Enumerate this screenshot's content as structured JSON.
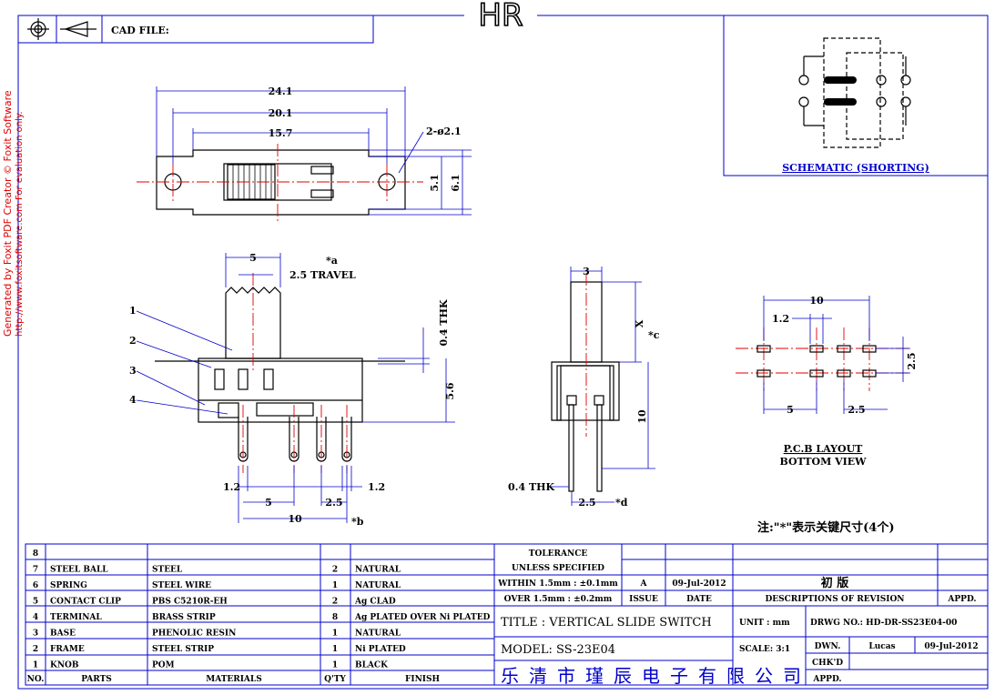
{
  "header": {
    "cad_file_label": "CAD FILE:",
    "logo_text": "HR"
  },
  "watermark": {
    "line1": "Generated by Foxit PDF Creator © Foxit Software",
    "line2": "http://www.foxitsoftware.com   For evaluation only."
  },
  "top_view": {
    "d1": "24.1",
    "d2": "20.1",
    "d3": "15.7",
    "hole": "2-ø2.1",
    "h1": "5.1",
    "h2": "6.1"
  },
  "front_view": {
    "knob_w": "5",
    "star_a": "*a",
    "travel": "2.5 TRAVEL",
    "thk": "0.4 THK",
    "h": "5.6",
    "callouts": [
      "1",
      "2",
      "3",
      "4"
    ],
    "p1": "1.2",
    "p2": "1.2",
    "p3": "5",
    "p4": "2.5",
    "p5": "10",
    "star_b": "*b"
  },
  "side_view": {
    "w": "3",
    "x": "X",
    "star_c": "*c",
    "h": "10",
    "thk": "0.4 THK",
    "pitch": "2.5",
    "star_d": "*d"
  },
  "pcb": {
    "d10": "10",
    "d12": "1.2",
    "d25": "2.5",
    "d5": "5",
    "d25b": "2.5",
    "label1": "P.C.B LAYOUT",
    "label2": "BOTTOM VIEW"
  },
  "schematic_label": "SCHEMATIC (SHORTING)",
  "note": "注:\"*\"表示关键尺寸(4个)",
  "bom": {
    "rows": [
      {
        "no": "8",
        "part": "",
        "material": "",
        "qty": "",
        "finish": ""
      },
      {
        "no": "7",
        "part": "STEEL BALL",
        "material": "STEEL",
        "qty": "2",
        "finish": "NATURAL"
      },
      {
        "no": "6",
        "part": "SPRING",
        "material": "STEEL WIRE",
        "qty": "1",
        "finish": "NATURAL"
      },
      {
        "no": "5",
        "part": "CONTACT CLIP",
        "material": "PBS C5210R-EH",
        "qty": "2",
        "finish": "Ag CLAD"
      },
      {
        "no": "4",
        "part": "TERMINAL",
        "material": "BRASS STRIP",
        "qty": "8",
        "finish": "Ag PLATED OVER Ni PLATED"
      },
      {
        "no": "3",
        "part": "BASE",
        "material": "PHENOLIC RESIN",
        "qty": "1",
        "finish": "NATURAL"
      },
      {
        "no": "2",
        "part": "FRAME",
        "material": "STEEL STRIP",
        "qty": "1",
        "finish": "Ni PLATED"
      },
      {
        "no": "1",
        "part": "KNOB",
        "material": "POM",
        "qty": "1",
        "finish": "BLACK"
      }
    ],
    "headers": {
      "no": "NO.",
      "part": "PARTS",
      "material": "MATERIALS",
      "qty": "Q'TY",
      "finish": "FINISH"
    }
  },
  "tolerance": {
    "t1": "TOLERANCE",
    "t2": "UNLESS  SPECIFIED",
    "t3": "WITHIN 1.5mm : ±0.1mm",
    "t4": "OVER 1.5mm : ±0.2mm"
  },
  "revision": {
    "issue": "A",
    "date": "09-Jul-2012",
    "issue_label": "ISSUE",
    "date_label": "DATE",
    "desc": "初 版",
    "desc_label": "DESCRIPTIONS OF REVISION",
    "appd_label": "APPD."
  },
  "title_block": {
    "title": "TITLE : VERTICAL SLIDE SWITCH",
    "unit": "UNIT :  mm",
    "drwg": "DRWG NO.: HD-DR-SS23E04-00",
    "model": "MODEL: SS-23E04",
    "scale": "SCALE:  3:1",
    "dwn_label": "DWN.",
    "dwn": "Lucas",
    "dwn_date": "09-Jul-2012",
    "chkd_label": "CHK'D",
    "appd_label": "APPD.",
    "company": "乐清市瑾辰电子有限公司"
  }
}
